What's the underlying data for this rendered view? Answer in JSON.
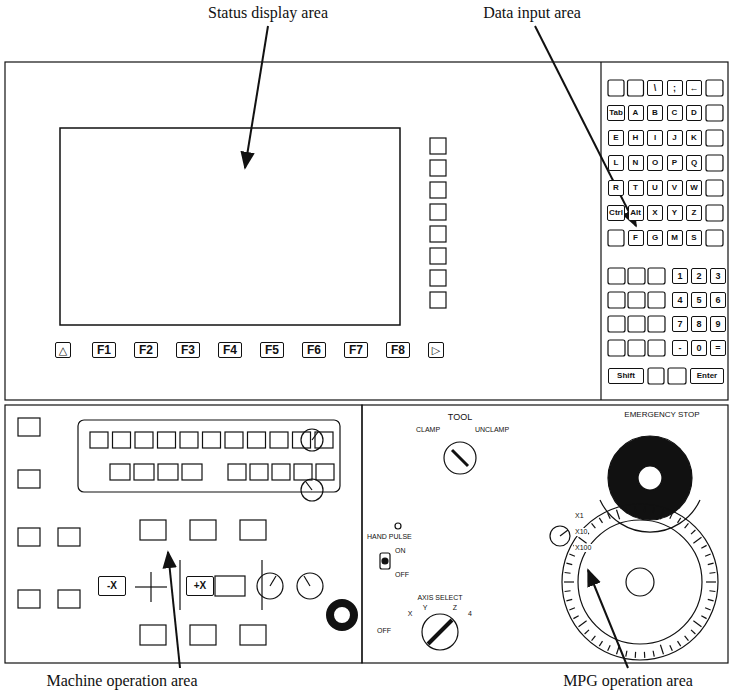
{
  "diagram": {
    "nodes": [
      {
        "text": [
          "△"
        ]
      },
      {
        "text": [
          "F1"
        ]
      },
      {
        "text": [
          "F2"
        ]
      },
      {
        "text": [
          "F3"
        ]
      },
      {
        "text": [
          "F4"
        ]
      },
      {
        "text": [
          "F5"
        ]
      },
      {
        "text": [
          "F6"
        ]
      },
      {
        "text": [
          "F7"
        ]
      },
      {
        "text": [
          "F8"
        ]
      },
      {
        "text": [
          "▷"
        ]
      },
      {
        "text": [
          "\\"
        ]
      },
      {
        "text": [
          ";"
        ]
      },
      {
        "text": [
          "←"
        ]
      },
      {
        "text": [
          "Tab"
        ]
      },
      {
        "text": [
          "A"
        ]
      },
      {
        "text": [
          "B"
        ]
      },
      {
        "text": [
          "C"
        ]
      },
      {
        "text": [
          "D"
        ]
      },
      {
        "text": [
          "E"
        ]
      },
      {
        "text": [
          "H"
        ]
      },
      {
        "text": [
          "I"
        ]
      },
      {
        "text": [
          "J"
        ]
      },
      {
        "text": [
          "K"
        ]
      },
      {
        "text": [
          "L"
        ]
      },
      {
        "text": [
          "N"
        ]
      },
      {
        "text": [
          "O"
        ]
      },
      {
        "text": [
          "P"
        ]
      },
      {
        "text": [
          "Q"
        ]
      },
      {
        "text": [
          "R"
        ]
      },
      {
        "text": [
          "T"
        ]
      },
      {
        "text": [
          "U"
        ]
      },
      {
        "text": [
          "V"
        ]
      },
      {
        "text": [
          "W"
        ]
      },
      {
        "text": [
          "Ctrl"
        ]
      },
      {
        "text": [
          "Alt"
        ]
      },
      {
        "text": [
          "X"
        ]
      },
      {
        "text": [
          "Y"
        ]
      },
      {
        "text": [
          "Z"
        ]
      },
      {
        "text": [
          "F"
        ]
      },
      {
        "text": [
          "G"
        ]
      },
      {
        "text": [
          "M"
        ]
      },
      {
        "text": [
          "S"
        ]
      },
      {
        "text": [
          "1"
        ]
      },
      {
        "text": [
          "2"
        ]
      },
      {
        "text": [
          "3"
        ]
      },
      {
        "text": [
          "4"
        ]
      },
      {
        "text": [
          "5"
        ]
      },
      {
        "text": [
          "6"
        ]
      },
      {
        "text": [
          "7"
        ]
      },
      {
        "text": [
          "8"
        ]
      },
      {
        "text": [
          "9"
        ]
      },
      {
        "text": [
          "-"
        ]
      },
      {
        "text": [
          "0"
        ]
      },
      {
        "text": [
          "="
        ]
      },
      {
        "text": [
          "Shift"
        ]
      },
      {
        "text": [
          "Enter"
        ]
      },
      {
        "text": [
          "-X"
        ]
      },
      {
        "text": [
          "+X"
        ]
      }
    ],
    "labels": [
      "Status display area",
      "Data input area",
      "Machine operation area",
      "MPG operation area",
      "TOOL",
      "CLAMP",
      "UNCLAMP",
      "EMERGENCY STOP",
      "HAND PULSE",
      "ON",
      "OFF",
      "X1",
      "X10",
      "X100",
      "AXIS SELECT",
      "OFF",
      "X",
      "Y",
      "Z",
      "4"
    ]
  }
}
